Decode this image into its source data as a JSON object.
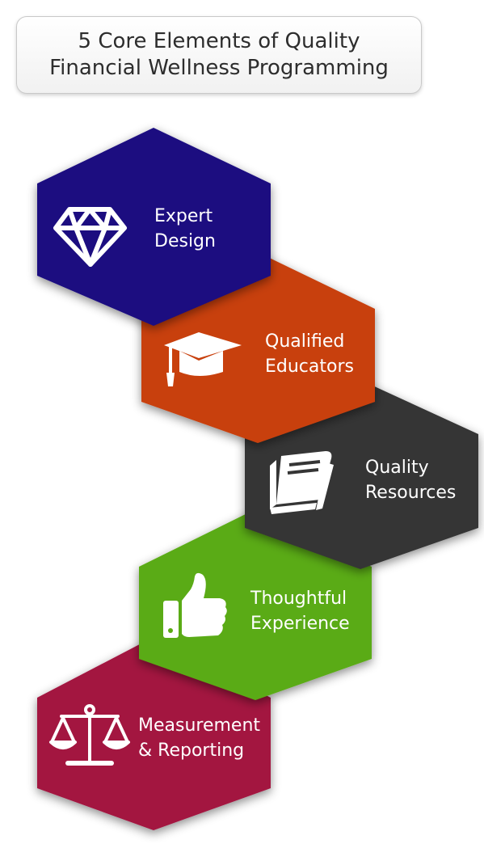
{
  "title": {
    "line1": "5 Core Elements of Quality",
    "line2": "Financial Wellness Programming"
  },
  "elements": [
    {
      "line1": "Expert",
      "line2": "Design",
      "icon": "diamond-icon",
      "color": "#1a0a80"
    },
    {
      "line1": "Qualified",
      "line2": "Educators",
      "icon": "graduation-cap-icon",
      "color": "#c8400f"
    },
    {
      "line1": "Quality",
      "line2": "Resources",
      "icon": "book-icon",
      "color": "#353535"
    },
    {
      "line1": "Thoughtful",
      "line2": "Experience",
      "icon": "thumbs-up-icon",
      "color": "#5aab12"
    },
    {
      "line1": "Measurement",
      "line2": "& Reporting",
      "icon": "scales-icon",
      "color": "#a3123f"
    }
  ]
}
